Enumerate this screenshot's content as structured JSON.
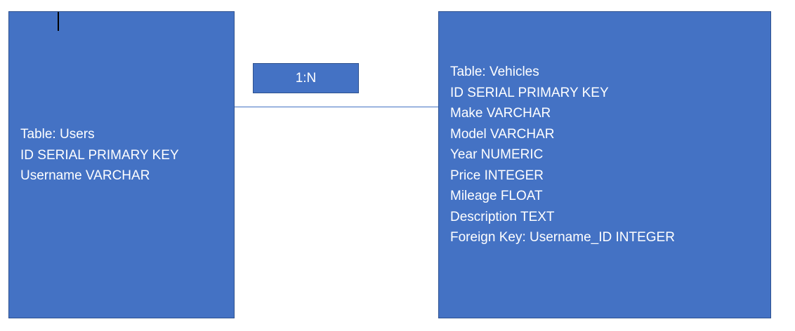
{
  "colors": {
    "box_fill": "#4472c4",
    "box_border": "#2f528f",
    "connector": "#4472c4",
    "text": "#ffffff",
    "cursor": "#000000"
  },
  "relationship": {
    "label": "1:N"
  },
  "users_table": {
    "lines": [
      "Table: Users",
      "ID SERIAL PRIMARY KEY",
      "Username VARCHAR"
    ]
  },
  "vehicles_table": {
    "lines": [
      "Table: Vehicles",
      "ID SERIAL PRIMARY KEY",
      "Make VARCHAR",
      "Model VARCHAR",
      "Year NUMERIC",
      "Price INTEGER",
      "Mileage FLOAT",
      "Description TEXT",
      "Foreign Key: Username_ID INTEGER"
    ]
  }
}
